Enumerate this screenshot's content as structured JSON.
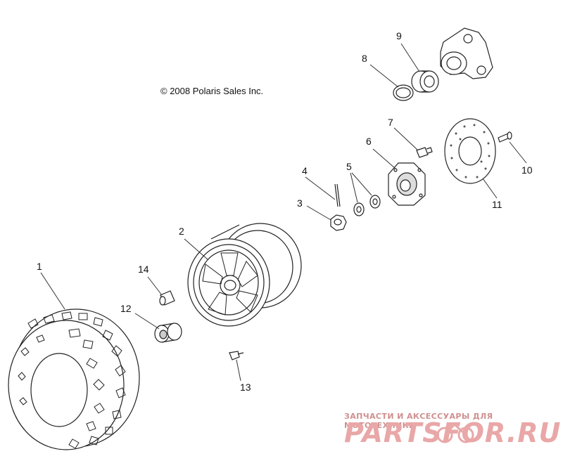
{
  "copyright": "© 2008 Polaris Sales Inc.",
  "parts": [
    {
      "id": "1",
      "label": "1",
      "name": "tire"
    },
    {
      "id": "2",
      "label": "2",
      "name": "wheel-rim"
    },
    {
      "id": "3",
      "label": "3",
      "name": "castle-nut"
    },
    {
      "id": "4",
      "label": "4",
      "name": "cotter-pin"
    },
    {
      "id": "5",
      "label": "5",
      "name": "washers"
    },
    {
      "id": "6",
      "label": "6",
      "name": "wheel-hub"
    },
    {
      "id": "7",
      "label": "7",
      "name": "wheel-stud"
    },
    {
      "id": "8",
      "label": "8",
      "name": "retaining-ring"
    },
    {
      "id": "9",
      "label": "9",
      "name": "bearing"
    },
    {
      "id": "10",
      "label": "10",
      "name": "rotor-bolt"
    },
    {
      "id": "11",
      "label": "11",
      "name": "brake-disc"
    },
    {
      "id": "12",
      "label": "12",
      "name": "valve-cap-nut"
    },
    {
      "id": "13",
      "label": "13",
      "name": "valve-stem"
    },
    {
      "id": "14",
      "label": "14",
      "name": "spacer"
    }
  ],
  "watermark": {
    "subtitle": "ЗАПЧАСТИ И АКСЕССУАРЫ ДЛЯ МОТОТЕХНИКИ",
    "logo": "PARTSFOR.RU"
  }
}
